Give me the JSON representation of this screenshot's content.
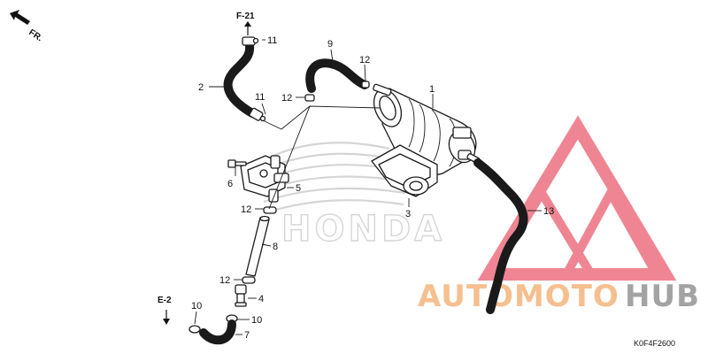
{
  "direction": {
    "label": "FR."
  },
  "refs": {
    "f21": "F-21",
    "e2": "E-2"
  },
  "callouts": {
    "c1": "1",
    "c2": "2",
    "c3": "3",
    "c4": "4",
    "c5": "5",
    "c6": "6",
    "c7": "7",
    "c8": "8",
    "c9": "9",
    "c10a": "10",
    "c10b": "10",
    "c11a": "11",
    "c11b": "11",
    "c12a": "12",
    "c12b": "12",
    "c12c": "12",
    "c12d": "12",
    "c13": "13"
  },
  "diagram_code": "K0F4F2600",
  "watermark": {
    "brand_part1": "AUTOMOTO",
    "brand_part2": "HUB",
    "honda_text": "HONDA",
    "colors": {
      "red": "#e8455a",
      "orange": "#f5b47c",
      "gray": "#9a9a9a"
    }
  }
}
